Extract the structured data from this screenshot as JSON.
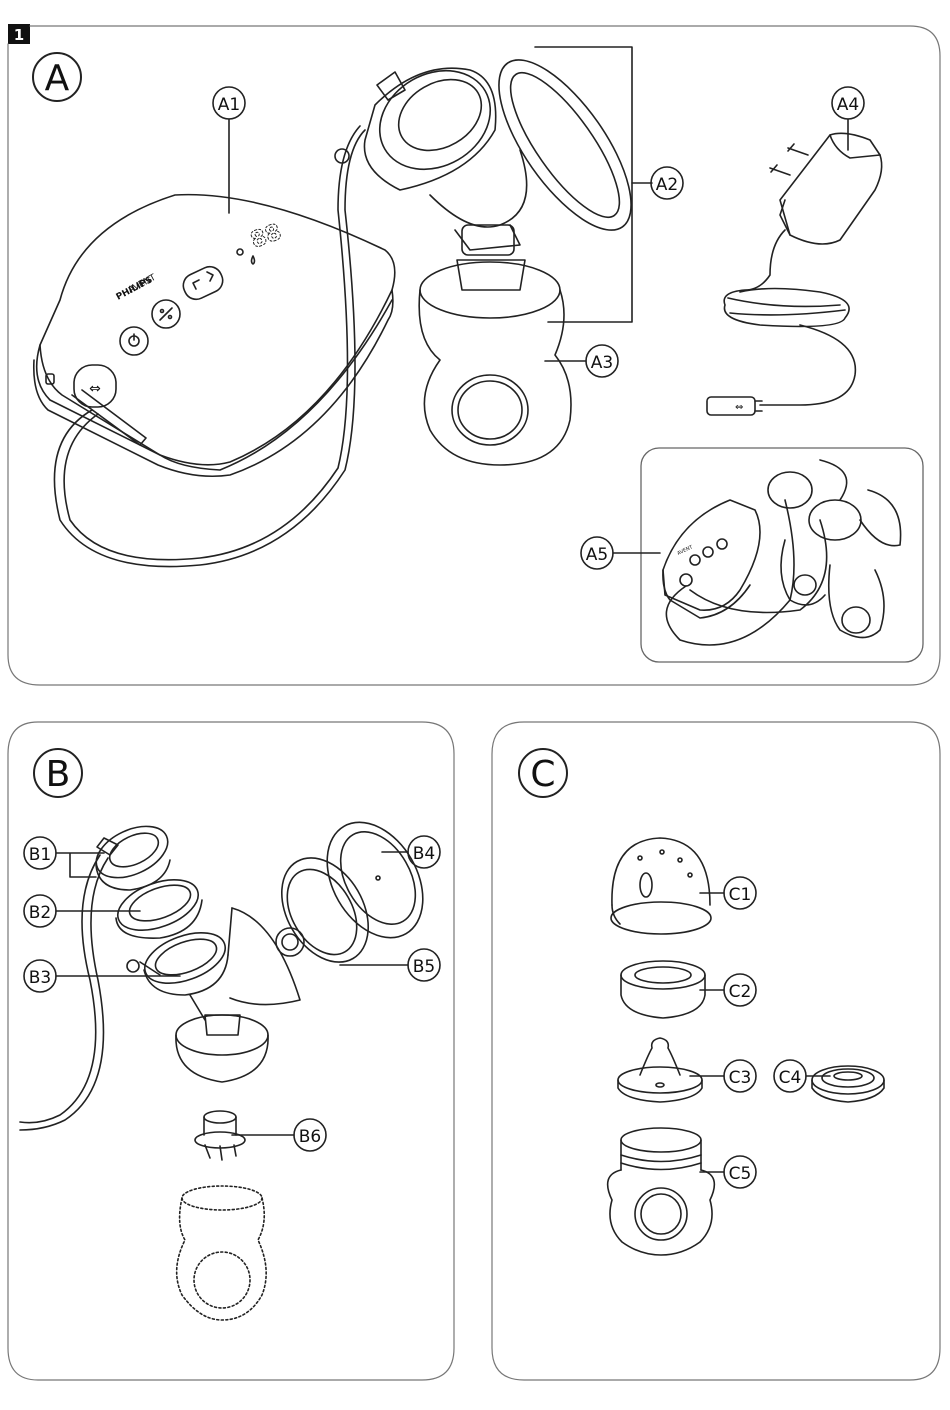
{
  "page": {
    "figure_number": "1"
  },
  "panels": {
    "A": {
      "letter": "A"
    },
    "B": {
      "letter": "B"
    },
    "C": {
      "letter": "C"
    }
  },
  "callouts": {
    "A1": "A1",
    "A2": "A2",
    "A3": "A3",
    "A4": "A4",
    "A5": "A5",
    "B1": "B1",
    "B2": "B2",
    "B3": "B3",
    "B4": "B4",
    "B5": "B5",
    "B6": "B6",
    "C1": "C1",
    "C2": "C2",
    "C3": "C3",
    "C4": "C4",
    "C5": "C5"
  },
  "device": {
    "brand_left": "PHILIPS",
    "brand_right": "AVENT",
    "display": "88"
  },
  "colors": {
    "stroke": "#222222",
    "panel_border": "#666666",
    "fill": "#ffffff"
  }
}
